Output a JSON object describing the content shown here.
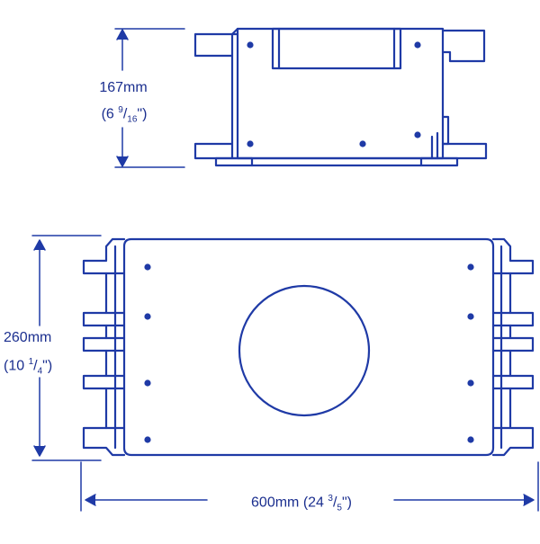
{
  "colors": {
    "line": "#1f3aa6",
    "text": "#1b2f8f",
    "background": "#ffffff"
  },
  "dimensions": {
    "height": {
      "metric": "167mm",
      "imperial_prefix": "(6 ",
      "imperial_num": "9",
      "imperial_sep": "/",
      "imperial_den": "16",
      "imperial_suffix": "\")"
    },
    "depth": {
      "metric": "260mm",
      "imperial_prefix": "(10 ",
      "imperial_num": "1",
      "imperial_sep": "/",
      "imperial_den": "4",
      "imperial_suffix": "\")"
    },
    "width": {
      "prefix": "600mm (24 ",
      "num": "3",
      "sep": "/",
      "den": "5",
      "suffix": "\")"
    }
  }
}
